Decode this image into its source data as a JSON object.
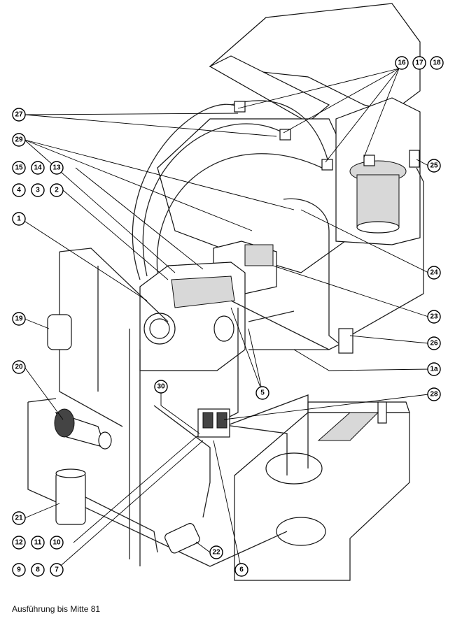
{
  "caption": "Ausführung bis Mitte 81",
  "callouts": {
    "c16": "16",
    "c17": "17",
    "c18": "18",
    "c27": "27",
    "c29": "29",
    "c15": "15",
    "c14": "14",
    "c13": "13",
    "c4": "4",
    "c3": "3",
    "c2": "2",
    "c1": "1",
    "c25": "25",
    "c24": "24",
    "c23": "23",
    "c26": "26",
    "c1a": "1a",
    "c19": "19",
    "c20": "20",
    "c30": "30",
    "c5": "5",
    "c28": "28",
    "c21": "21",
    "c12": "12",
    "c11": "11",
    "c10": "10",
    "c9": "9",
    "c8": "8",
    "c7": "7",
    "c22": "22",
    "c6": "6"
  }
}
